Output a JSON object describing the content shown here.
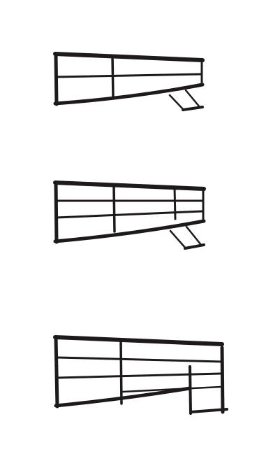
{
  "colors": {
    "background": "#ffffff",
    "ink": "#1e1a1b"
  },
  "sketches": [
    {
      "name": "two-row-sketch"
    },
    {
      "name": "three-row-sketch"
    },
    {
      "name": "four-row-sketch"
    }
  ]
}
